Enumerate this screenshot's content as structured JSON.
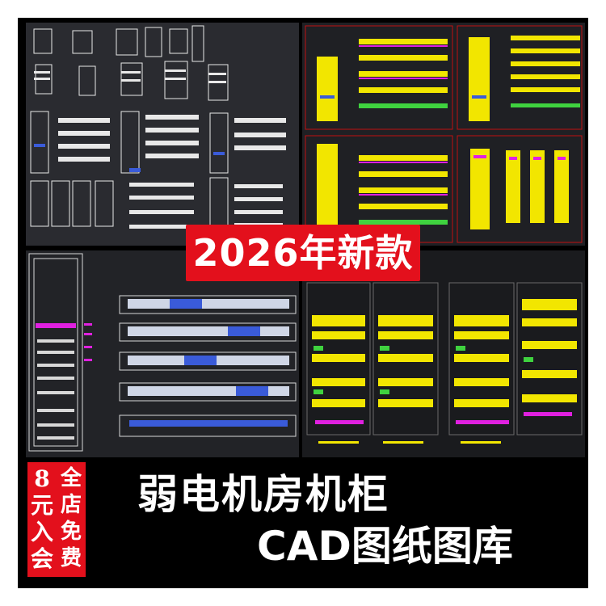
{
  "badge": {
    "text": "2026年新款"
  },
  "promo": {
    "col1": [
      "8",
      "元",
      "入",
      "会"
    ],
    "col2": [
      "全",
      "店",
      "免",
      "费"
    ]
  },
  "title": {
    "line1": "弱电机房机柜",
    "line2": "CAD图纸图库"
  },
  "colors": {
    "accent_red": "#e3101c",
    "cad_yellow": "#f2e600",
    "cad_white": "#e8e8e8",
    "cad_blue": "#3a5bd9",
    "cad_green": "#3fd23f",
    "cad_magenta": "#e020e0"
  }
}
